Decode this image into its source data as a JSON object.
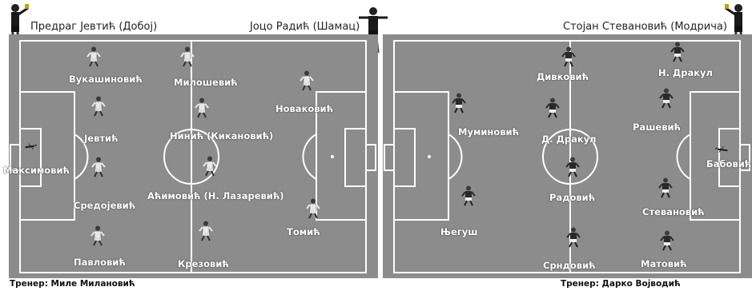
{
  "referees": {
    "left": "Предраг Јевтић (Добој)",
    "center": "Јоцо Радић (Шамац)",
    "right": "Стојан Стевановић (Модрича)"
  },
  "team_left": {
    "coach": "Тренер: Миле Милановић",
    "players": {
      "vukasinovic": "Вукашиновић",
      "milosevic": "Милошевић",
      "novakovic": "Новаковић",
      "jevtic": "Јевтић",
      "ninic": "Нинић (Кикановић)",
      "maksimovic": "Максимовић",
      "sredojevic": "Средојевић",
      "acimovic": "Аћимовић (Н. Лазаревић)",
      "tomic": "Томић",
      "pavlovic": "Павловић",
      "krezovic": "Крезовић"
    }
  },
  "team_right": {
    "coach": "Тренер: Дарко Војводић",
    "players": {
      "divkovic": "Дивковић",
      "n_drakul": "Н. Дракул",
      "muminovic": "Муминовић",
      "d_drakul": "Д. Дракул",
      "rasevic": "Рашевић",
      "babovic": "Бабовић",
      "radovic": "Радовић",
      "stevanovic": "Стевановић",
      "njegus": "Његуш",
      "srndovic": "Срндовић",
      "matovic": "Матовић"
    }
  },
  "colors": {
    "pitch": "#8c8c8c",
    "lines": "#ffffff",
    "left_kit": "#e8e8e8",
    "right_kit": "#2a2a2a"
  }
}
